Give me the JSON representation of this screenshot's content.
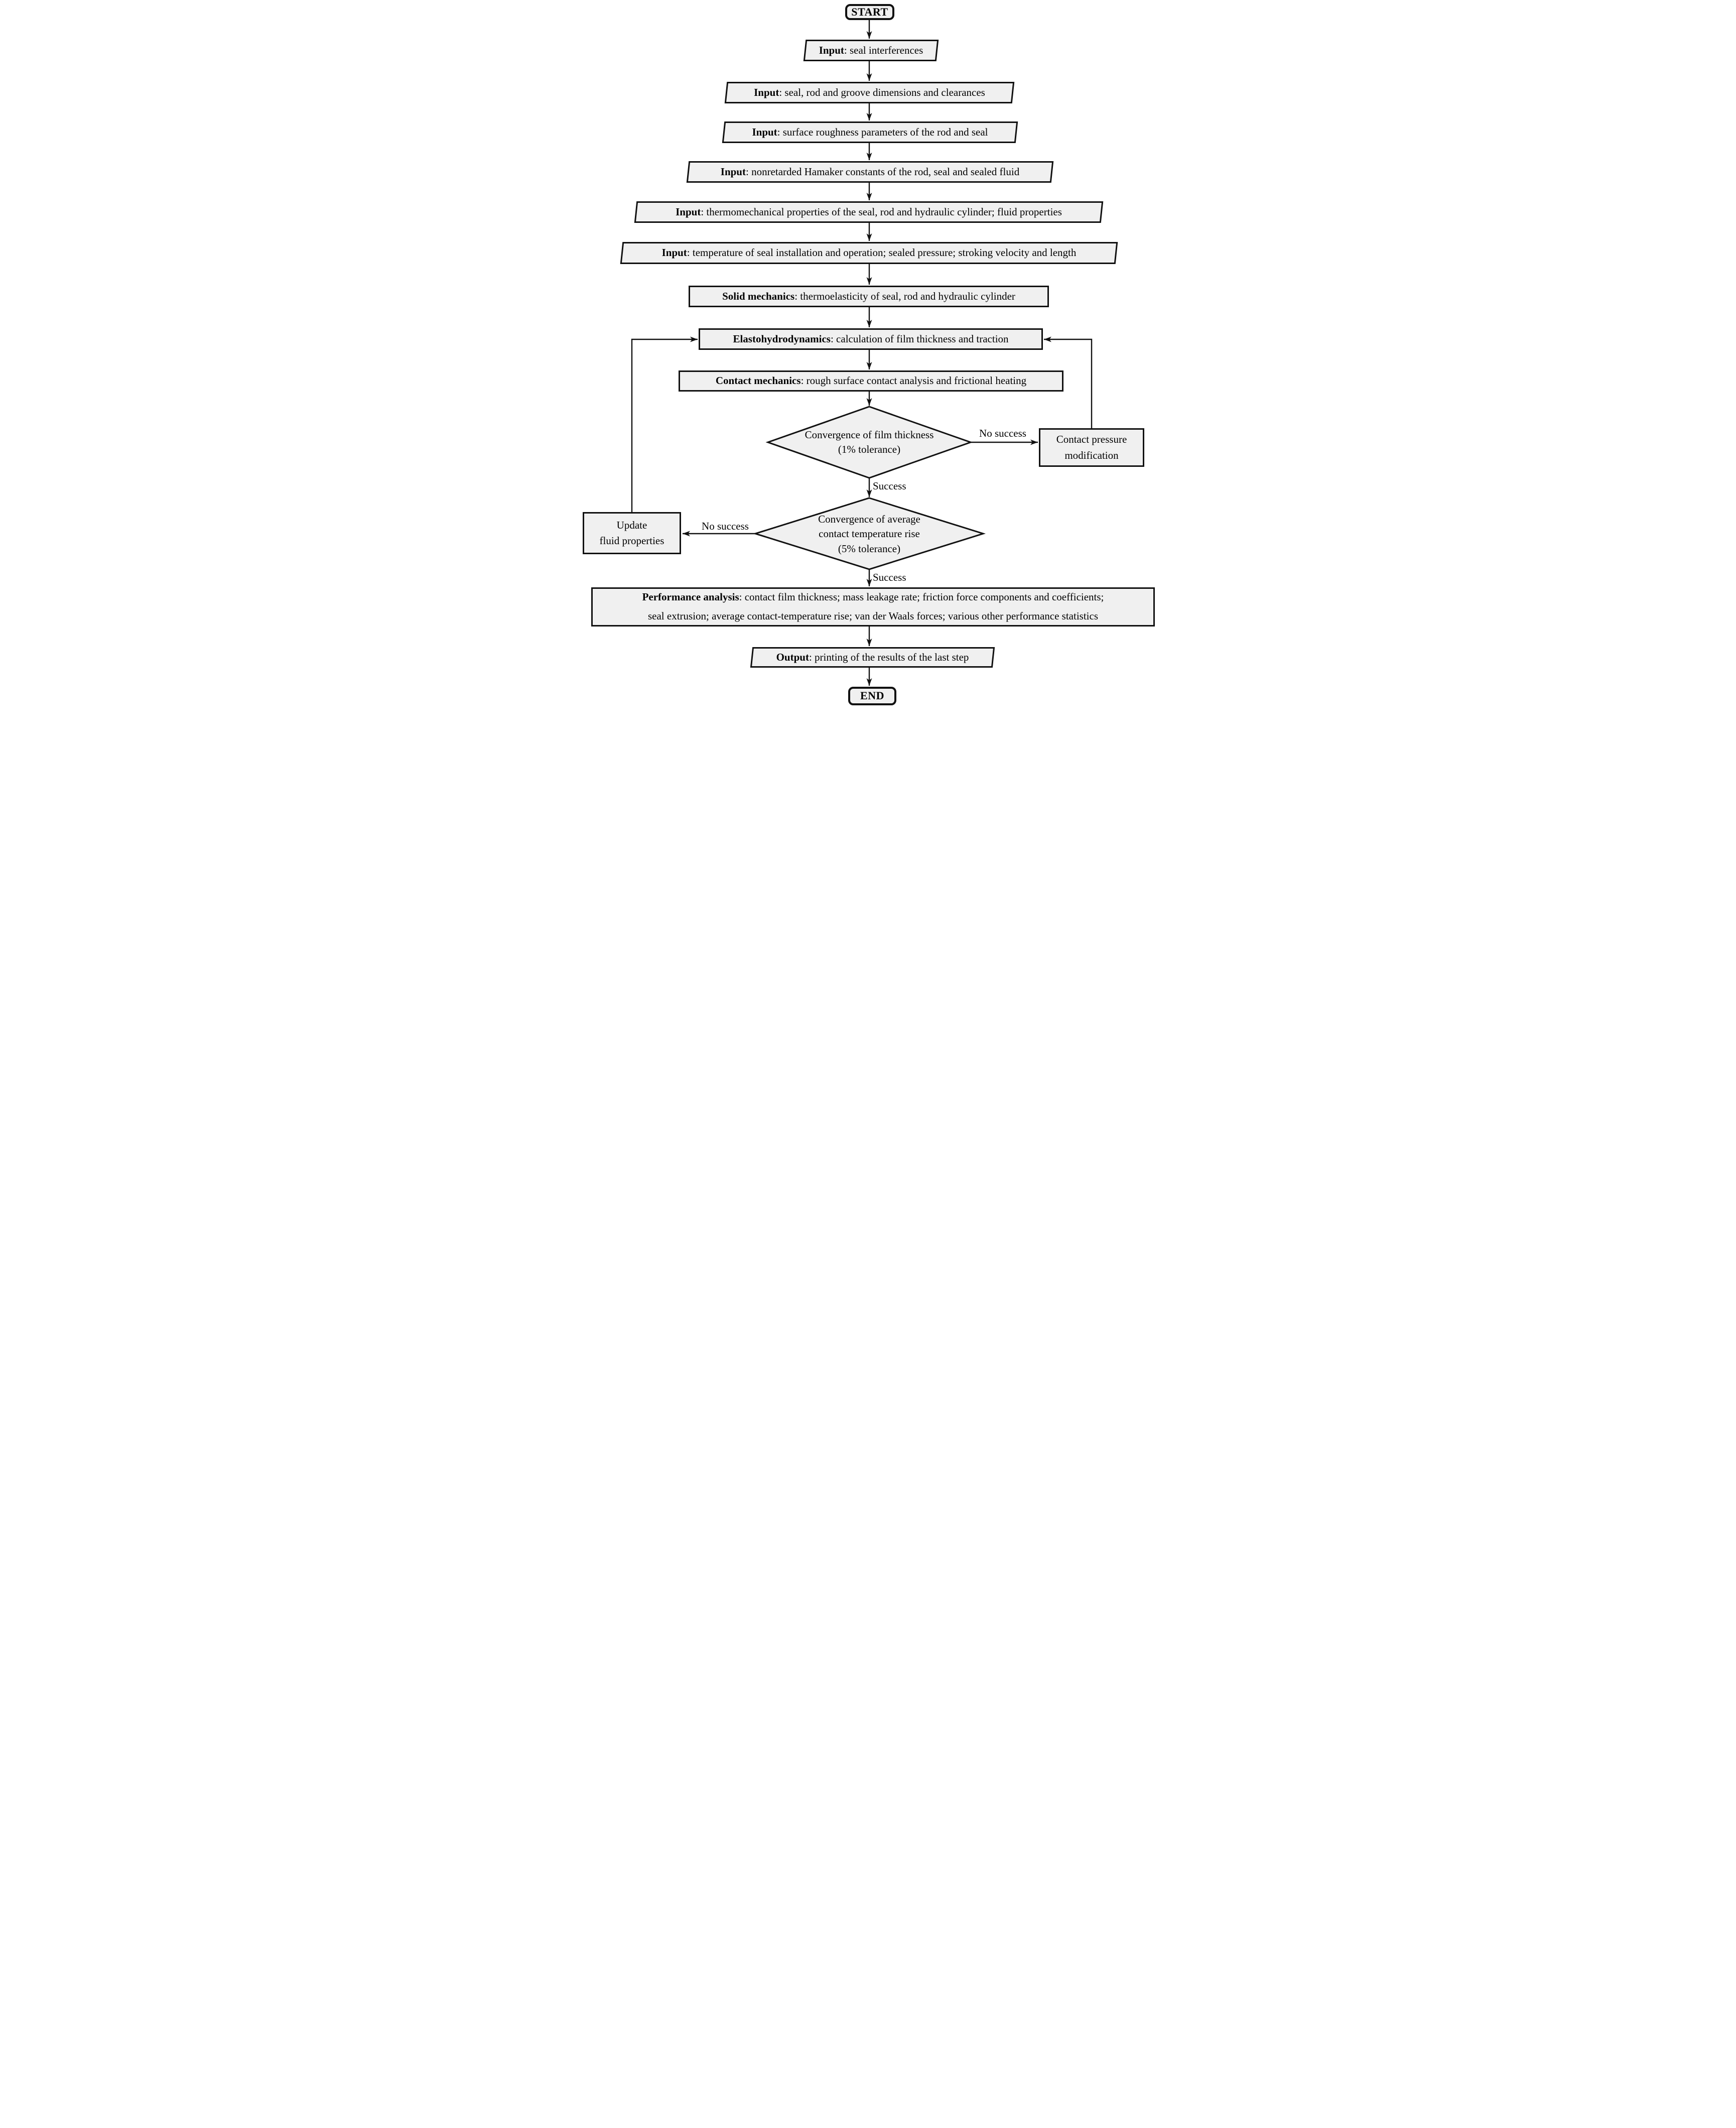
{
  "colors": {
    "shape_fill": "#f0f0f0",
    "line": "#111111",
    "bg": "#ffffff"
  },
  "nodes": {
    "start": {
      "label": "START",
      "shape": "terminator"
    },
    "input1": {
      "lead": "Input",
      "rest": ": seal interferences",
      "shape": "parallelogram"
    },
    "input2": {
      "lead": "Input",
      "rest": ": seal, rod and groove dimensions and clearances",
      "shape": "parallelogram"
    },
    "input3": {
      "lead": "Input",
      "rest": ": surface roughness parameters of the rod and seal",
      "shape": "parallelogram"
    },
    "input4": {
      "lead": "Input",
      "rest": ": nonretarded Hamaker constants of the rod, seal and sealed fluid",
      "shape": "parallelogram"
    },
    "input5": {
      "lead": "Input",
      "rest": ": thermomechanical properties of the seal, rod and hydraulic cylinder; fluid properties",
      "shape": "parallelogram"
    },
    "input6": {
      "lead": "Input",
      "rest": ": temperature of seal installation and operation; sealed pressure; stroking velocity and length",
      "shape": "parallelogram"
    },
    "solid_mechanics": {
      "lead": "Solid mechanics",
      "rest": ": thermoelasticity of seal, rod and hydraulic cylinder",
      "shape": "process"
    },
    "elastohydrodynamics": {
      "lead": "Elastohydrodynamics",
      "rest": ": calculation of film thickness and traction",
      "shape": "process"
    },
    "contact_mechanics": {
      "lead": "Contact mechanics",
      "rest": ": rough surface contact analysis and frictional heating",
      "shape": "process"
    },
    "decision_film": {
      "lines": [
        "Convergence of film thickness",
        "(1% tolerance)"
      ],
      "shape": "decision"
    },
    "contact_pressure_modification": {
      "lines": [
        "Contact pressure",
        "modification"
      ],
      "shape": "process"
    },
    "decision_temperature": {
      "lines": [
        "Convergence of average",
        "contact temperature rise",
        "(5% tolerance)"
      ],
      "shape": "decision"
    },
    "update_fluid_properties": {
      "lines": [
        "Update",
        "fluid properties"
      ],
      "shape": "process"
    },
    "performance": {
      "lead": "Performance analysis",
      "rest": ": contact film thickness; mass leakage rate; friction force components and coefficients;",
      "line2": "seal extrusion; average contact-temperature rise; van der Waals forces; various other performance statistics",
      "shape": "process"
    },
    "output": {
      "lead": "Output",
      "rest": ": printing of the results of the last step",
      "shape": "parallelogram"
    },
    "end": {
      "label": "END",
      "shape": "terminator"
    }
  },
  "edge_labels": {
    "no_success_right": "No success",
    "success_film": "Success",
    "no_success_left": "No success",
    "success_temp": "Success"
  }
}
